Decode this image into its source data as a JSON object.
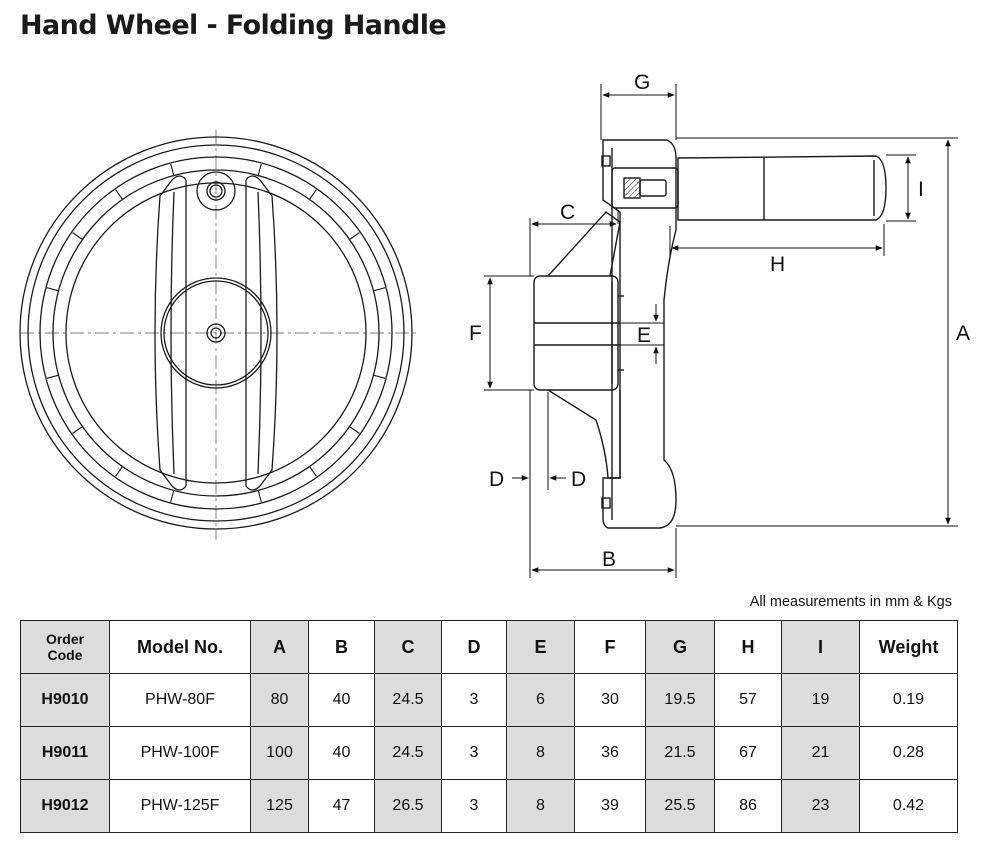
{
  "title": "Hand Wheel - Folding Handle",
  "diagram_labels": {
    "A": "A",
    "B": "B",
    "C": "C",
    "D_left": "D",
    "D_right": "D",
    "E": "E",
    "F": "F",
    "G": "G",
    "H": "H",
    "I": "I"
  },
  "measurement_note": "All measurements in mm & Kgs",
  "table": {
    "headers": {
      "order_code_line1": "Order",
      "order_code_line2": "Code",
      "model": "Model No.",
      "A": "A",
      "B": "B",
      "C": "C",
      "D": "D",
      "E": "E",
      "F": "F",
      "G": "G",
      "H": "H",
      "I": "I",
      "weight": "Weight"
    },
    "rows": [
      {
        "code": "H9010",
        "model": "PHW-80F",
        "A": "80",
        "B": "40",
        "C": "24.5",
        "D": "3",
        "E": "6",
        "F": "30",
        "G": "19.5",
        "H": "57",
        "I": "19",
        "weight": "0.19"
      },
      {
        "code": "H9011",
        "model": "PHW-100F",
        "A": "100",
        "B": "40",
        "C": "24.5",
        "D": "3",
        "E": "8",
        "F": "36",
        "G": "21.5",
        "H": "67",
        "I": "21",
        "weight": "0.28"
      },
      {
        "code": "H9012",
        "model": "PHW-125F",
        "A": "125",
        "B": "47",
        "C": "26.5",
        "D": "3",
        "E": "8",
        "F": "39",
        "G": "25.5",
        "H": "86",
        "I": "23",
        "weight": "0.42"
      }
    ]
  },
  "colors": {
    "shaded_column": "#dcdcdc",
    "line": "#1a1a1a"
  }
}
